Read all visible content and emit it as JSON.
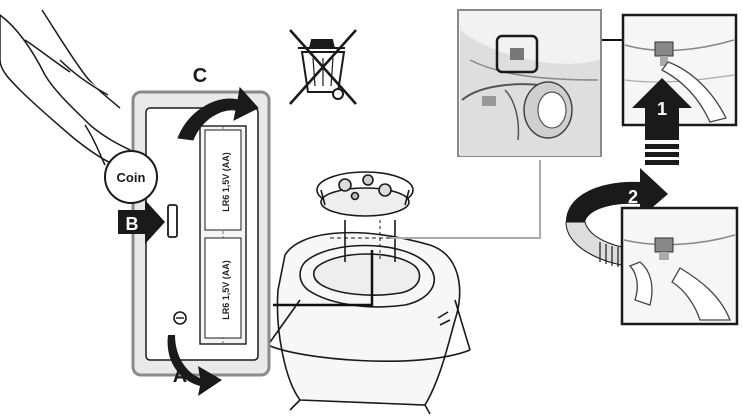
{
  "labels": {
    "coin": "Coin",
    "step_a": "A",
    "step_b": "B",
    "step_c": "C",
    "step_1": "1",
    "step_2": "2"
  },
  "battery_cells": [
    {
      "text": "LR6 1,5V (AA)"
    },
    {
      "text": "LR6 1,5V (AA)"
    }
  ],
  "icons": {
    "disposal": "crossed-out-wheelie-bin-icon"
  },
  "colors": {
    "ink": "#1a1a1a",
    "panel_border": "#8a8a8a",
    "photo_gray": "#cfcfcf",
    "photo_light": "#eeeeee"
  }
}
